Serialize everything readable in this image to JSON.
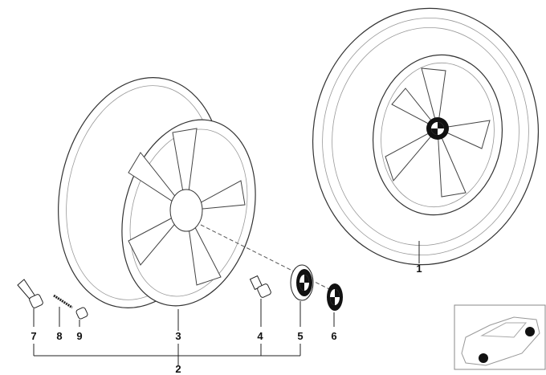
{
  "diagram": {
    "parts": [
      {
        "number": "1",
        "name": "complete-wheel-with-tire"
      },
      {
        "number": "2",
        "name": "wheel-set"
      },
      {
        "number": "3",
        "name": "light-alloy-rim"
      },
      {
        "number": "4",
        "name": "wheel-bolt"
      },
      {
        "number": "5",
        "name": "hub-cap"
      },
      {
        "number": "6",
        "name": "emblem"
      },
      {
        "number": "7",
        "name": "valve"
      },
      {
        "number": "8",
        "name": "valve-insert"
      },
      {
        "number": "9",
        "name": "valve-cap"
      }
    ],
    "colors": {
      "line": "#222222",
      "logo": "#111111",
      "background": "#ffffff"
    }
  }
}
